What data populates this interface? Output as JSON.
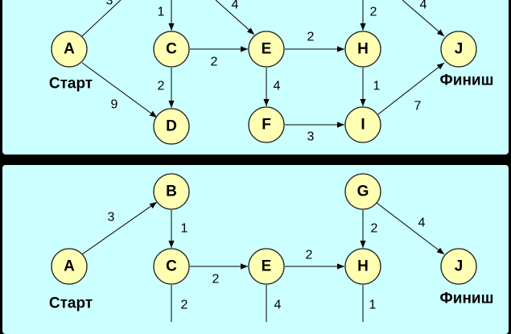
{
  "nodes": {
    "A": "A",
    "B": "B",
    "C": "C",
    "D": "D",
    "E": "E",
    "F": "F",
    "G": "G",
    "H": "H",
    "I": "I",
    "J": "J"
  },
  "labels": {
    "start": "Старт",
    "finish": "Финиш"
  },
  "weights": {
    "A_B": "3",
    "B_C": "1",
    "B_E": "4",
    "A_D": "9",
    "C_D": "2",
    "C_E": "2",
    "E_F": "4",
    "E_H": "2",
    "F_I": "3",
    "G_H": "2",
    "G_J": "4",
    "H_I": "1",
    "I_J": "7"
  }
}
